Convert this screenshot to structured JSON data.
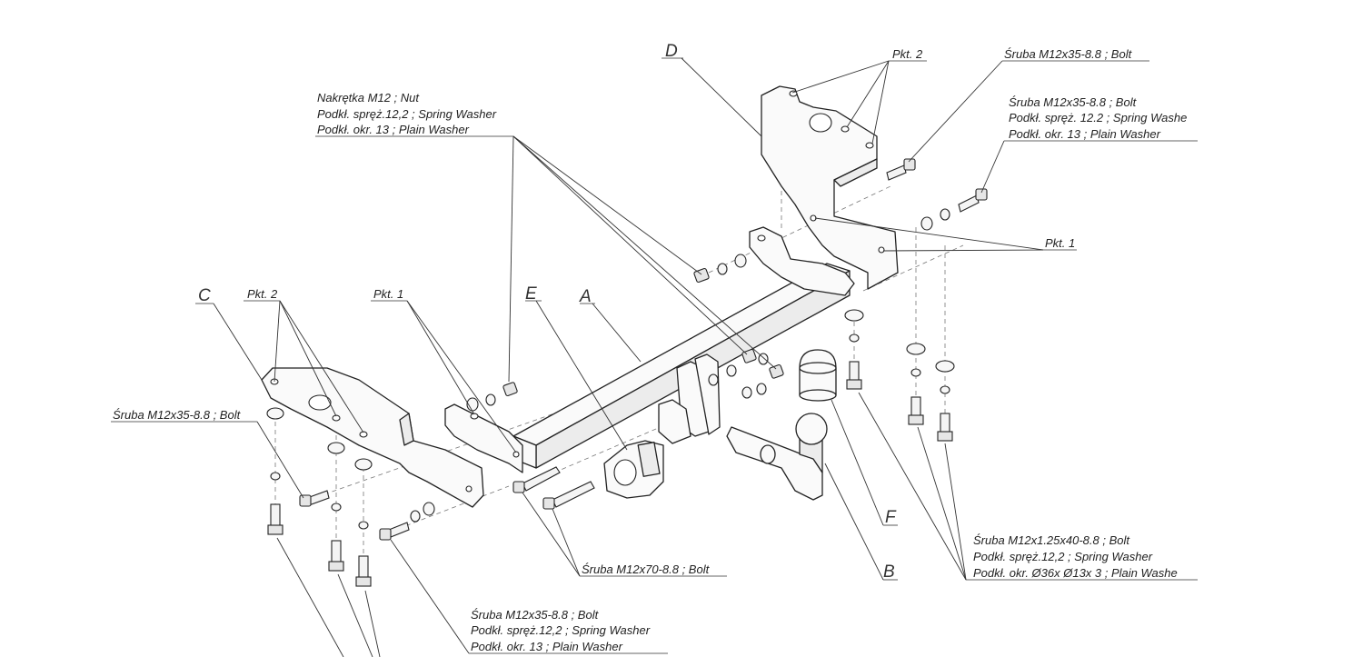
{
  "labels": {
    "A": "A",
    "B": "B",
    "C": "C",
    "D": "D",
    "E": "E",
    "F": "F"
  },
  "callouts": {
    "nut_group": [
      "Nakrętka  M12 ; Nut",
      "Podkł. spręż.12,2 ; Spring Washer",
      "Podkł. okr. 13 ; Plain Washer"
    ],
    "pkt2_top": "Pkt. 2",
    "bolt_top_right": "Śruba M12x35-8.8 ;  Bolt",
    "bolt_group_right": [
      "Śruba M12x35-8.8 ;  Bolt",
      "Podkł. spręż. 12.2 ; Spring Washe",
      "Podkł. okr. 13 ; Plain Washer"
    ],
    "pkt1_right": "Pkt. 1",
    "pkt2_left": "Pkt. 2",
    "pkt1_left": "Pkt. 1",
    "bolt_left": "Śruba M12x35-8.8 ;  Bolt",
    "bolt_m70": "Śruba M12x70-8.8 ;  Bolt",
    "bolt_group_bottom": [
      "Śruba M12x35-8.8 ;  Bolt",
      "Podkł. spręż.12,2 ; Spring Washer",
      "Podkł. okr. 13 ; Plain Washer"
    ],
    "bolt_group_m125": [
      "Śruba M12x1.25x40-8.8 ;  Bolt",
      "Podkł. spręż.12,2 ;  Spring Washer",
      "Podkł. okr.  Ø36x Ø13x 3 ; Plain Washe"
    ]
  }
}
